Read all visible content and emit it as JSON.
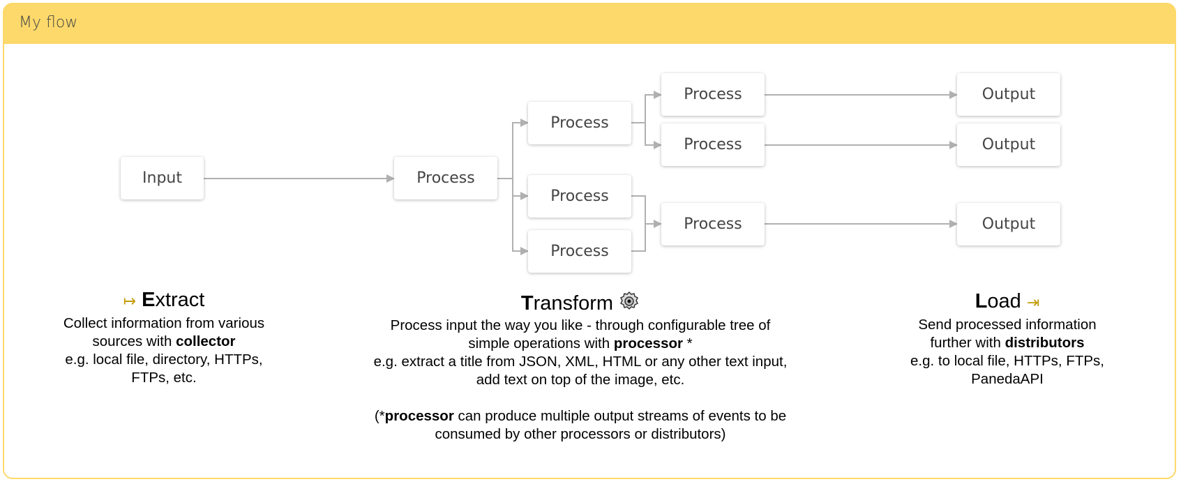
{
  "title": "My flow",
  "nodes": {
    "input": "Input",
    "process": "Process",
    "output": "Output"
  },
  "extract": {
    "icon": "arrow-from-bar-icon",
    "heading_first": "E",
    "heading_rest": "xtract",
    "line1": "Collect information from various",
    "line2_pre": "sources with ",
    "line2_bold": "collector",
    "line3": "e.g. local file, directory, HTTPs,",
    "line4": "FTPs, etc."
  },
  "transform": {
    "icon": "gear-icon",
    "heading_first": "T",
    "heading_rest": "ransform",
    "line1": "Process input the way you like - through configurable tree of",
    "line2_pre": "simple operations with ",
    "line2_bold": "processor",
    "line2_post": " *",
    "line3": "e.g. extract a title from JSON, XML, HTML or any other text input,",
    "line4": "add text on top of the image, etc.",
    "note1_pre": "(*",
    "note1_bold": "processor",
    "note1_post": " can produce multiple output streams of events to be",
    "note2": "consumed by other processors or distributors)"
  },
  "load": {
    "icon": "arrow-to-bar-icon",
    "heading_first": "L",
    "heading_rest": "oad",
    "line1": "Send processed information",
    "line2_pre": "further with ",
    "line2_bold": "distributors",
    "line3": "e.g. to local file, HTTPs, FTPs,",
    "line4": "PanedaAPI"
  },
  "colors": {
    "accent": "#fdd96b",
    "arrow": "#c49a0a",
    "link": "#b0b0b0"
  }
}
